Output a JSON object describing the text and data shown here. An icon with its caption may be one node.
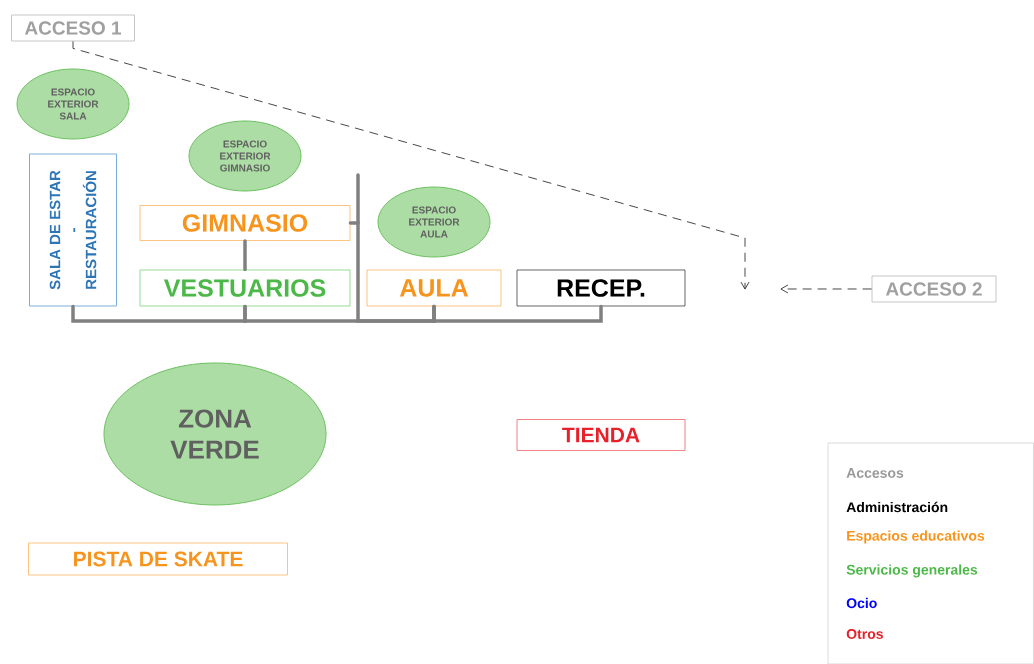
{
  "diagram": {
    "nodes": [
      {
        "text": [
          "ACCESO 1"
        ]
      },
      {
        "text": [
          "ACCESO 2"
        ]
      },
      {
        "text": [
          "ESPACIO EXTERIOR SALA"
        ]
      },
      {
        "text": [
          "ESPACIO EXTERIOR GIMNASIO"
        ]
      },
      {
        "text": [
          "SALA DE ESTAR - RESTAURACIÓN"
        ]
      },
      {
        "text": [
          "GIMNASIO"
        ]
      },
      {
        "text": [
          "VESTUARIOS"
        ]
      },
      {
        "text": [
          "ESPACIO EXTERIOR AULA"
        ]
      },
      {
        "text": [
          "AULA"
        ]
      },
      {
        "text": [
          "RECEP."
        ]
      },
      {
        "text": [
          "ZONA VERDE"
        ]
      },
      {
        "text": [
          "TIENDA"
        ]
      },
      {
        "text": [
          "PISTA DE SKATE"
        ]
      }
    ],
    "edges": [
      {
        "from": 0,
        "to": null,
        "arrow": "to",
        "style": "dashed",
        "color": "#333333"
      },
      {
        "from": 1,
        "to": null,
        "arrow": "to",
        "style": "dashed",
        "color": "#333333"
      },
      {
        "from": 4,
        "to": 6,
        "arrow": "none"
      },
      {
        "from": 6,
        "to": 8,
        "arrow": "none"
      },
      {
        "from": 8,
        "to": 9,
        "arrow": "none"
      },
      {
        "from": 5,
        "to": 6,
        "arrow": "none"
      },
      {
        "from": 5,
        "to": 8,
        "arrow": "none"
      }
    ],
    "legend": [
      {
        "text": "Accesos",
        "color": "#999999"
      },
      {
        "text": "Administración",
        "color": "#000000"
      },
      {
        "text": "Espacios educativos",
        "color": "#f7941d"
      },
      {
        "text": "Servicios generales",
        "color": "#4cb848"
      },
      {
        "text": "Ocio",
        "color": "#0000ff"
      },
      {
        "text": "Otros",
        "color": "#e8202a"
      }
    ]
  }
}
